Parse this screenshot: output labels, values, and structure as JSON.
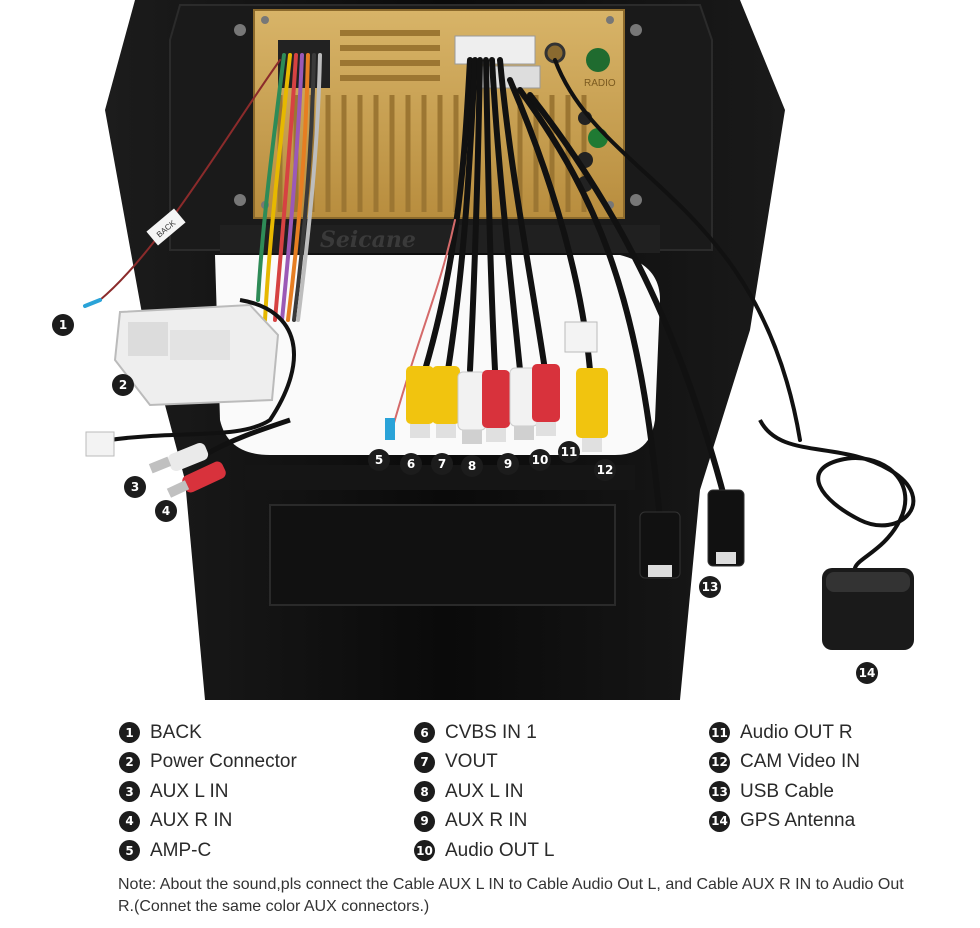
{
  "brand": {
    "logo_text": "Seicane"
  },
  "device_labels": {
    "radio": "RADIO",
    "tag_back": "BACK"
  },
  "callouts": [
    "1",
    "2",
    "3",
    "4",
    "5",
    "6",
    "7",
    "8",
    "9",
    "10",
    "11",
    "12",
    "13",
    "14"
  ],
  "legend": {
    "col1": [
      {
        "num": "1",
        "label": "BACK"
      },
      {
        "num": "2",
        "label": "Power Connector"
      },
      {
        "num": "3",
        "label": "AUX L IN"
      },
      {
        "num": "4",
        "label": "AUX R IN"
      },
      {
        "num": "5",
        "label": "AMP-C"
      }
    ],
    "col2": [
      {
        "num": "6",
        "label": "CVBS IN 1"
      },
      {
        "num": "7",
        "label": "VOUT"
      },
      {
        "num": "8",
        "label": "AUX L IN"
      },
      {
        "num": "9",
        "label": "AUX R IN"
      },
      {
        "num": "10",
        "label": "Audio OUT L"
      }
    ],
    "col3": [
      {
        "num": "11",
        "label": "Audio OUT R"
      },
      {
        "num": "12",
        "label": "CAM Video IN"
      },
      {
        "num": "13",
        "label": "USB Cable"
      },
      {
        "num": "14",
        "label": "GPS Antenna"
      }
    ]
  },
  "note": "Note: About the sound,pls connect the Cable AUX L IN to Cable Audio Out L, and Cable AUX R IN to Audio Out R.(Connet the same color AUX connectors.)",
  "colors": {
    "panel": "#0d0d0d",
    "gold": "#cfa652",
    "rca_yellow": "#f1c40f",
    "rca_white": "#f2f2f2",
    "rca_red": "#d8323c",
    "badge": "#1c1c1c"
  }
}
